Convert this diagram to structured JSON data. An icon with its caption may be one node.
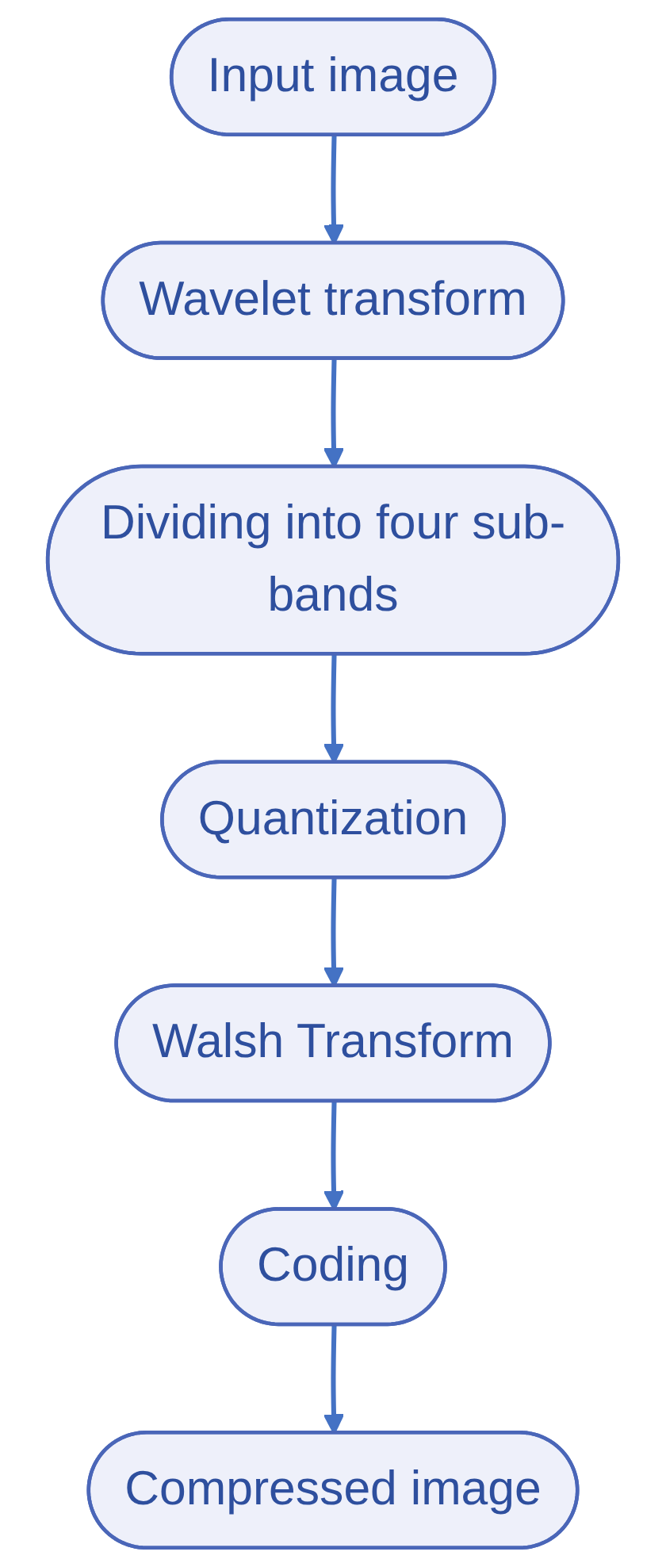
{
  "diagram": {
    "nodes": [
      {
        "text": [
          "Input image"
        ]
      },
      {
        "text": [
          "Wavelet transform"
        ]
      },
      {
        "text": [
          "Dividing into four sub-bands"
        ]
      },
      {
        "text": [
          "Quantization"
        ]
      },
      {
        "text": [
          "Walsh Transform"
        ]
      },
      {
        "text": [
          "Coding"
        ]
      },
      {
        "text": [
          "Compressed image"
        ]
      }
    ],
    "edges": [
      {
        "from": 0,
        "to": 1,
        "arrow": "to"
      },
      {
        "from": 1,
        "to": 2,
        "arrow": "to"
      },
      {
        "from": 2,
        "to": 3,
        "arrow": "to"
      },
      {
        "from": 3,
        "to": 4,
        "arrow": "to"
      },
      {
        "from": 4,
        "to": 5,
        "arrow": "to"
      },
      {
        "from": 5,
        "to": 6,
        "arrow": "to"
      }
    ]
  }
}
